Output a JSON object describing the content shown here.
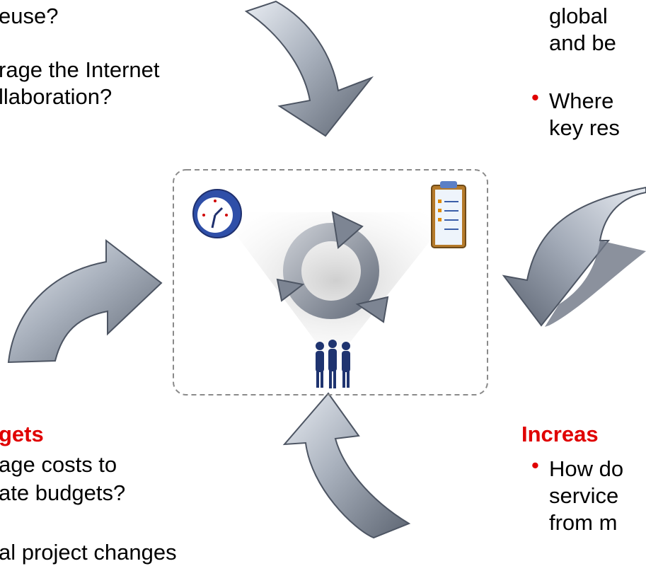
{
  "colors": {
    "heading_red": "#e00000",
    "arrow_gray": "#9aa3b0",
    "arrow_dark": "#4d5563",
    "frame_gray": "#8a8a8a"
  },
  "top_left": {
    "line1": "euse?",
    "line2": "rage the Internet",
    "line3": "llaboration?"
  },
  "top_right": {
    "line1": "global",
    "line2": "and be",
    "bullet": "•",
    "line3": "Where",
    "line4": "key res"
  },
  "bottom_left": {
    "heading": "gets",
    "line1": "age costs to",
    "line2": "ate budgets?",
    "line3": "al project changes"
  },
  "bottom_right": {
    "heading": "Increas",
    "bullet": "•",
    "line1": "How do",
    "line2": "service",
    "line3": "from m"
  },
  "icons": {
    "top_arrow": "curved-arrow-down-icon",
    "right_arrow": "curved-arrow-left-icon",
    "bottom_arrow": "curved-arrow-up-icon",
    "left_arrow": "curved-arrow-right-icon",
    "clock": "clock-icon",
    "clipboard": "clipboard-icon",
    "cycle": "cycle-arrows-icon",
    "people": "people-icon"
  }
}
